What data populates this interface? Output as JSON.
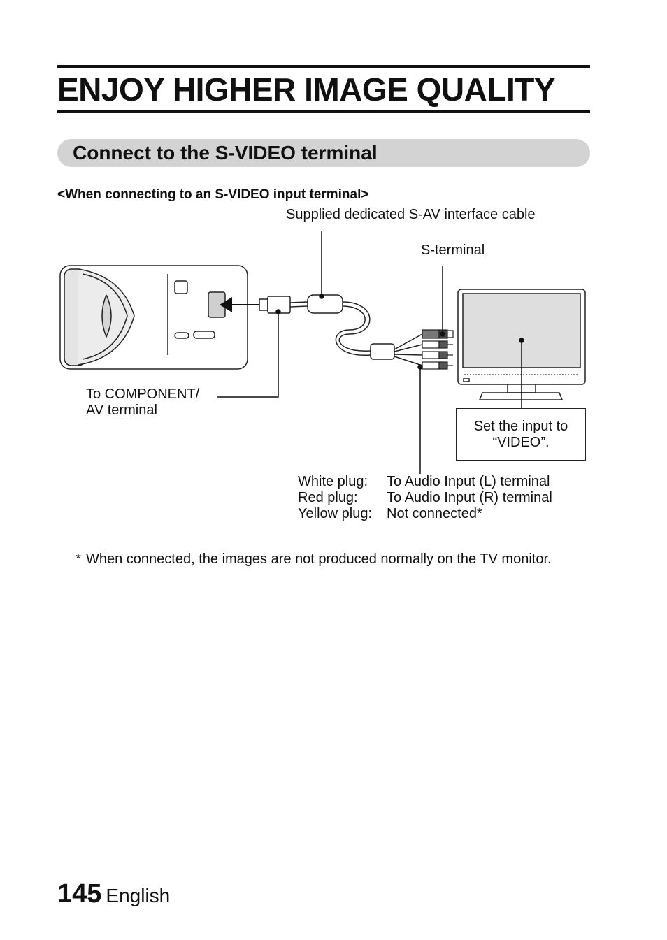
{
  "header": {
    "title": "ENJOY HIGHER IMAGE QUALITY"
  },
  "section": {
    "title": "Connect to the S-VIDEO terminal"
  },
  "subheading": "<When connecting to an S-VIDEO input terminal>",
  "diagram": {
    "cable_label": "Supplied dedicated S-AV interface cable",
    "s_terminal_label": "S-terminal",
    "component_label_line1": "To COMPONENT/",
    "component_label_line2": "AV terminal",
    "tv_note_line1": "Set the input to",
    "tv_note_line2": "“VIDEO”.",
    "plugs": [
      {
        "name": "White plug:",
        "target": "To Audio Input (L) terminal"
      },
      {
        "name": "Red plug:",
        "target": "To Audio Input (R) terminal"
      },
      {
        "name": "Yellow plug:",
        "target": "Not connected*"
      }
    ]
  },
  "footnote": {
    "marker": "*",
    "text": "When connected, the images are not produced normally on the TV monitor."
  },
  "footer": {
    "page_number": "145",
    "language": "English"
  }
}
